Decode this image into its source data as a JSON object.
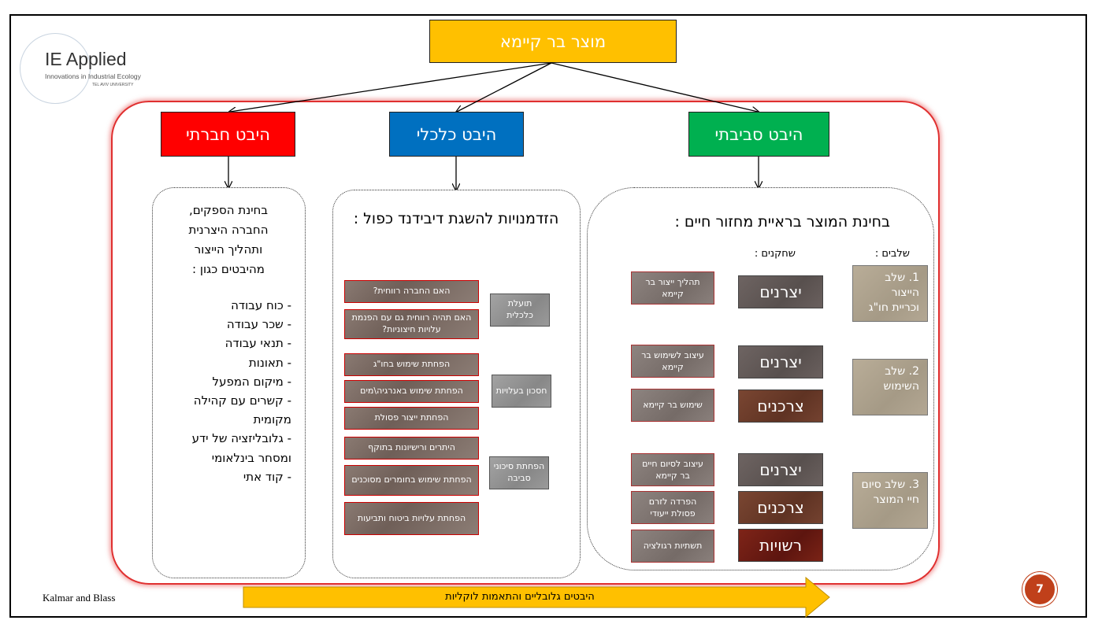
{
  "logo": {
    "title": "IE Applied",
    "subtitle": "Innovations in Industrial Ecology",
    "university": "TEL AVIV UNIVERSITY"
  },
  "top": {
    "label": "מוצר בר קיימא"
  },
  "aspects": {
    "social": {
      "label": "היבט חברתי",
      "color": "#ff0000"
    },
    "economic": {
      "label": "היבט כלכלי",
      "color": "#0070c0"
    },
    "environmental": {
      "label": "היבט סביבתי",
      "color": "#00b050"
    }
  },
  "social_box": {
    "intro": [
      "בחינת הספקים,",
      "החברה היצרנית",
      "ותהליך הייצור",
      "מהיבטים כגון :"
    ],
    "items": [
      "- כוח עבודה",
      "- שכר עבודה",
      "- תנאי עבודה",
      "- תאונות",
      "- מיקום המפעל",
      "- קשרים עם קהילה",
      "מקומית",
      "- גלובליזציה של ידע",
      "ומסחר בינלאומי",
      "- קוד אתי"
    ]
  },
  "economic_box": {
    "title": "הזדמנויות להשגת דיבידנד כפול :",
    "groups": [
      {
        "label": "תועלת כלכלית",
        "items": [
          "האם החברה רווחית?",
          "האם תהיה רווחית גם עם הפנמת עלויות חיצוניות?"
        ]
      },
      {
        "label": "חסכון בעלויות",
        "items": [
          "הפחתת שימוש בחו\"ג",
          "הפחתת שימוש באנרגיה\\מים",
          "הפחתת ייצור פסולת"
        ]
      },
      {
        "label": "הפחתת סיכוני סביבה",
        "items": [
          "היתרים ורישיונות בתוקף",
          "הפחתת שימוש בחומרים מסוכנים",
          "הפחתת עלויות ביטוח ותביעות"
        ]
      }
    ]
  },
  "env_box": {
    "title": "בחינת המוצר בראיית מחזור חיים :",
    "col_stages": "שלבים :",
    "col_actors": "שחקנים :",
    "stage1": {
      "label": "1. שלב הייצור וכריית חו\"ג",
      "actor": "יצרנים",
      "desc": "תהליך ייצור בר קיימא"
    },
    "stage2": {
      "label": "2. שלב השימוש",
      "actors": [
        "יצרנים",
        "צרכנים"
      ],
      "descs": [
        "עיצוב לשימוש בר קיימא",
        "שימוש בר קיימא"
      ]
    },
    "stage3": {
      "label": "3. שלב סיום חיי המוצר",
      "actors": [
        "יצרנים",
        "צרכנים",
        "רשויות"
      ],
      "descs": [
        "עיצוב לסיום חיים בר קיימא",
        "הפרדה לזרם פסולת ייעודי",
        "תשתיות רגולציה"
      ]
    }
  },
  "footer": {
    "citation": "Kalmar and Blass",
    "arrow": "היבטים גלובליים והתאמות לוקליות",
    "page": "7"
  }
}
